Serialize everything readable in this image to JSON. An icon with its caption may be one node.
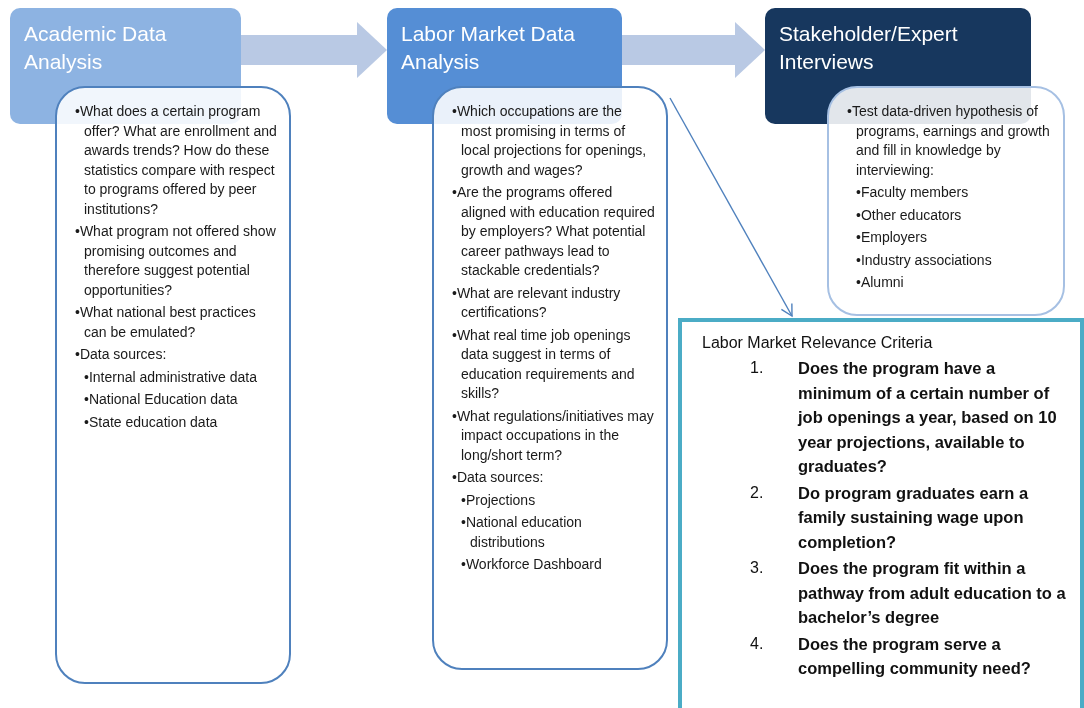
{
  "diagram": {
    "nodes": [
      {
        "text": [
          "Academic Data Analysis"
        ]
      },
      {
        "text": [
          "•What does a certain program offer? What are enrollment and awards trends? How do these statistics compare with respect to programs offered by peer institutions?",
          "•What program not offered show promising outcomes and therefore suggest potential opportunities?",
          "•What national best practices can be emulated?",
          "•Data sources:",
          "•Internal administrative data",
          "•National Education data",
          "•State education data"
        ]
      },
      {
        "text": [
          "Labor Market Data Analysis"
        ]
      },
      {
        "text": [
          "•Which occupations are the most promising in terms of local projections for openings, growth and wages?",
          "•Are the programs offered aligned with education required by employers? What potential career pathways lead to stackable credentials?",
          "•What are relevant industry certifications?",
          "•What real time job openings data suggest in terms of education requirements and skills?",
          "•What regulations/initiatives may impact occupations in the long/short term?",
          "•Data sources:",
          "•Projections",
          "•National education distributions",
          "•Workforce Dashboard"
        ]
      },
      {
        "text": [
          "Stakeholder/Expert Interviews"
        ]
      },
      {
        "text": [
          "•Test data-driven hypothesis of programs, earnings and growth and fill in knowledge by interviewing:",
          "•Faculty members",
          "•Other educators",
          "•Employers",
          "•Industry associations",
          "•Alumni"
        ]
      },
      {
        "text": [
          "Labor Market Relevance Criteria",
          "1.",
          "Does the program have a minimum of a certain number of job openings a year, based on 10 year projections, available to graduates?",
          "2.",
          "Do program graduates earn a family sustaining wage upon completion?",
          "3.",
          "Does the program fit within a pathway from adult education to a bachelor’s degree",
          "4.",
          "Does the program serve a compelling community need?"
        ]
      }
    ],
    "edges": [
      {
        "from": 0,
        "to": 2,
        "arrow": "to"
      },
      {
        "from": 2,
        "to": 4,
        "arrow": "to"
      },
      {
        "from": 3,
        "to": 6,
        "arrow": "to",
        "color": "#4f81bd"
      }
    ]
  }
}
